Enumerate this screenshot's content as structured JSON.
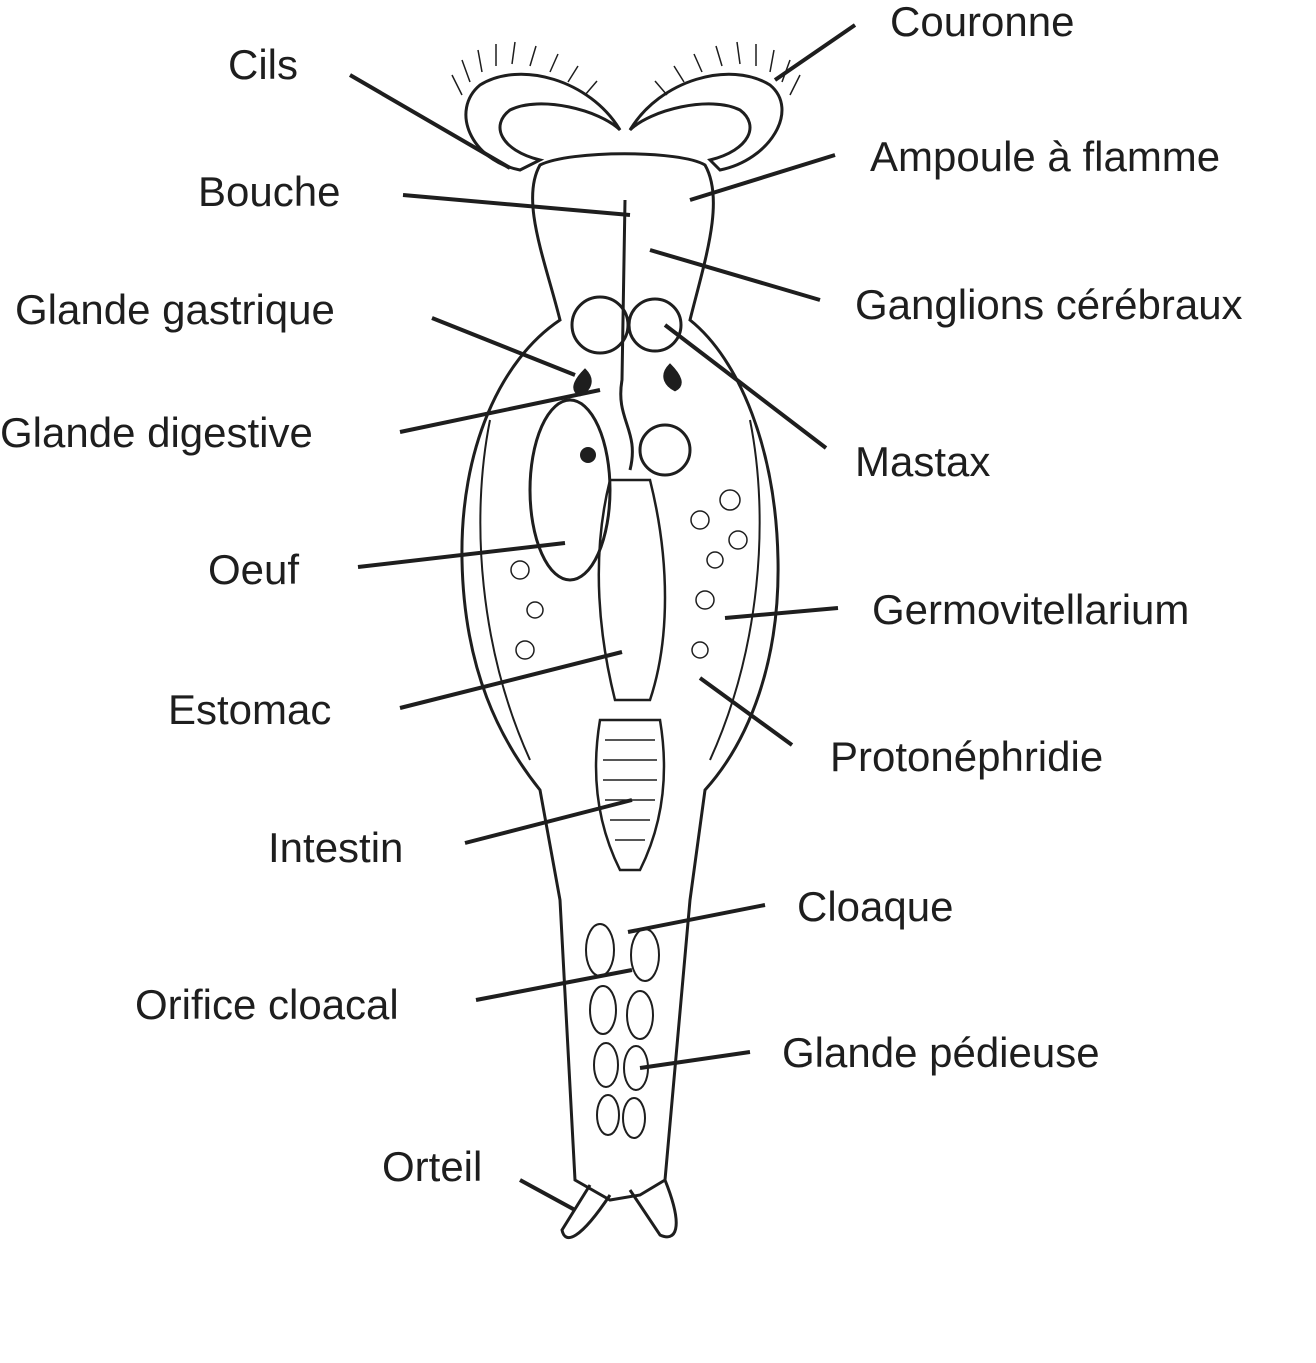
{
  "title": "Rotifère – anatomie",
  "labels_left": [
    {
      "id": "cils",
      "text": "Cils"
    },
    {
      "id": "bouche",
      "text": "Bouche"
    },
    {
      "id": "glande-gastrique",
      "text": "Glande gastrique"
    },
    {
      "id": "glande-digestive",
      "text": "Glande digestive"
    },
    {
      "id": "oeuf",
      "text": "Oeuf"
    },
    {
      "id": "estomac",
      "text": "Estomac"
    },
    {
      "id": "intestin",
      "text": "Intestin"
    },
    {
      "id": "orifice-cloacal",
      "text": "Orifice cloacal"
    },
    {
      "id": "orteil",
      "text": "Orteil"
    }
  ],
  "labels_right": [
    {
      "id": "couronne",
      "text": "Couronne"
    },
    {
      "id": "ampoule",
      "text": "Ampoule à flamme"
    },
    {
      "id": "ganglions",
      "text": "Ganglions cérébraux"
    },
    {
      "id": "mastax",
      "text": "Mastax"
    },
    {
      "id": "germovitellarium",
      "text": "Germovitellarium"
    },
    {
      "id": "protonephridie",
      "text": "Protonéphridie"
    },
    {
      "id": "cloaque",
      "text": "Cloaque"
    },
    {
      "id": "glande-pedieuse",
      "text": "Glande pédieuse"
    }
  ],
  "colors": {
    "ink": "#1e1e1e",
    "paper": "#ffffff"
  }
}
